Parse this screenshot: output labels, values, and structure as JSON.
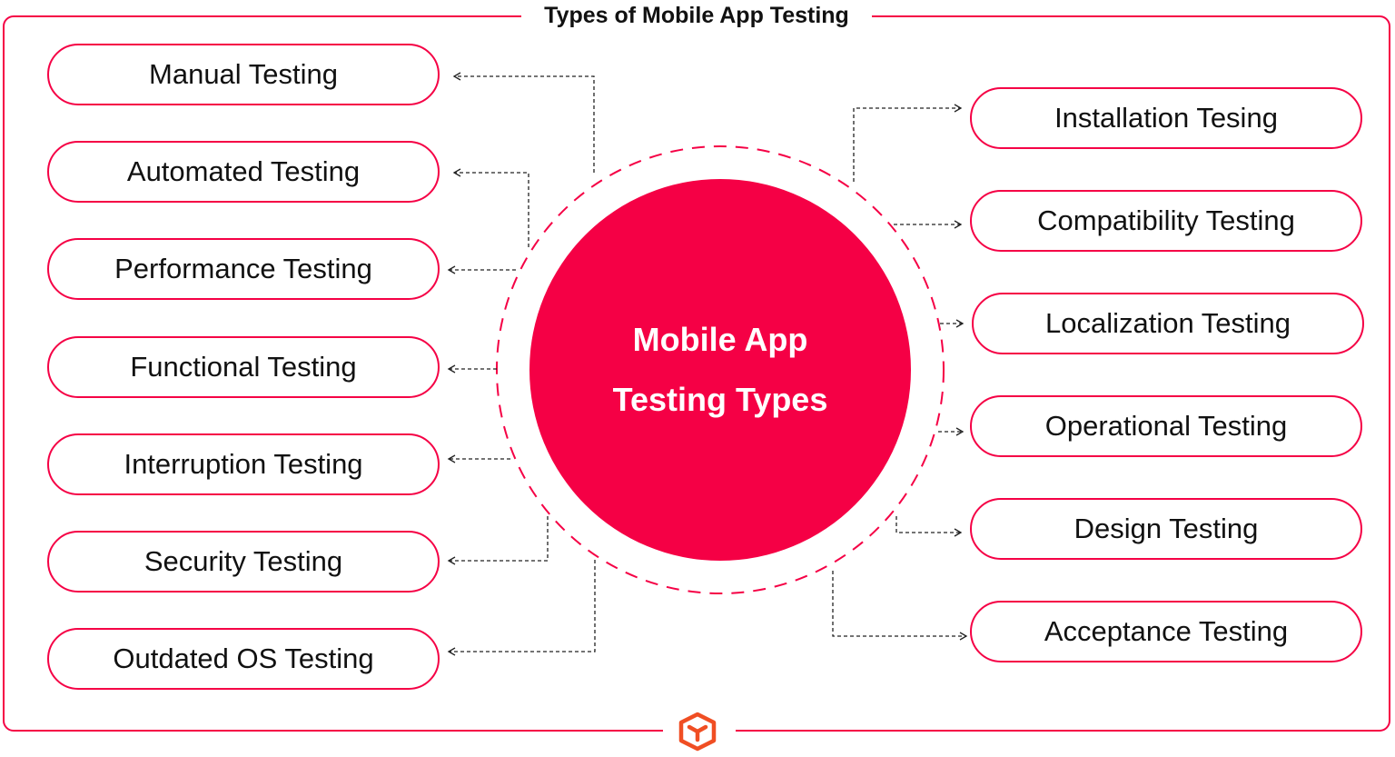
{
  "title": "Types of Mobile App Testing",
  "center": {
    "line1": "Mobile App",
    "line2": "Testing Types"
  },
  "left_items": [
    "Manual Testing",
    "Automated Testing",
    "Performance Testing",
    "Functional Testing",
    "Interruption Testing",
    "Security Testing",
    "Outdated OS Testing"
  ],
  "right_items": [
    "Installation Tesing",
    "Compatibility Testing",
    "Localization Testing",
    "Operational Testing",
    "Design Testing",
    "Acceptance Testing"
  ],
  "colors": {
    "accent": "#f50045",
    "logo": "#f04e23"
  },
  "logo_icon": "cube-logo-icon"
}
